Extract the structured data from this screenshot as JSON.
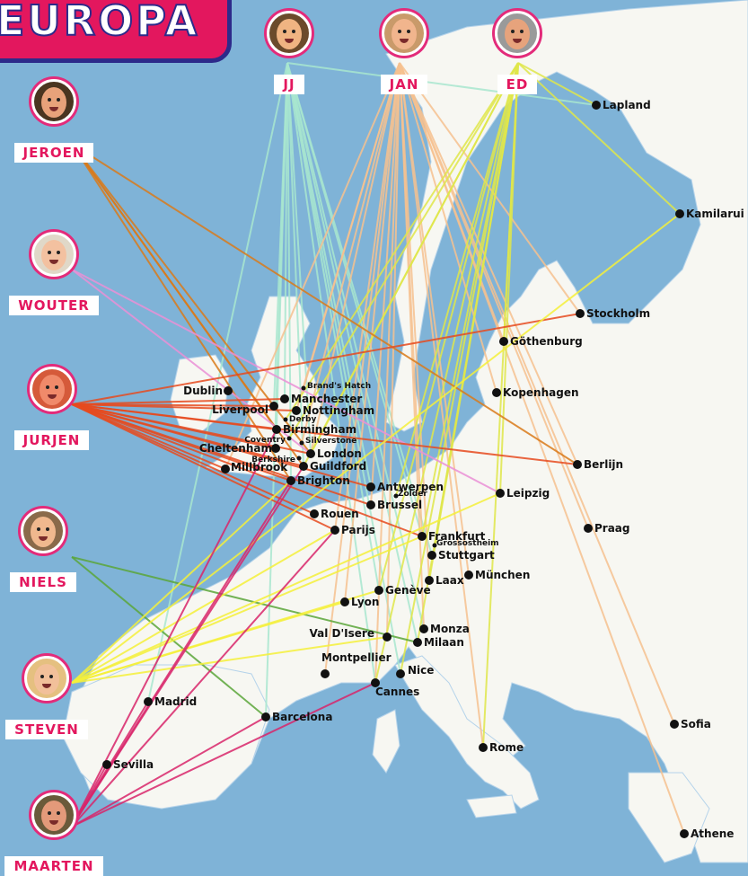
{
  "title": "EUROPA",
  "colors": {
    "sea": "#7fb3d7",
    "land": "#f7f7f2",
    "accent": "#e3175e",
    "frame": "#2d2a8a"
  },
  "people": [
    {
      "id": "jj",
      "name": "JJ",
      "icon": "face-icon",
      "line_color": "#a8e6cf",
      "skin": "#f0b482",
      "hair": "#6b4a2b"
    },
    {
      "id": "jan",
      "name": "JAN",
      "icon": "face-icon",
      "line_color": "#f6c18f",
      "skin": "#f1b58d",
      "hair": "#c99a6a"
    },
    {
      "id": "ed",
      "name": "ED",
      "icon": "face-icon",
      "line_color": "#dfe64a",
      "skin": "#e7a37c",
      "hair": "#9a9a9a"
    },
    {
      "id": "jeroen",
      "name": "JEROEN",
      "icon": "face-icon",
      "line_color": "#d97a1a",
      "skin": "#e8a27a",
      "hair": "#4a3520"
    },
    {
      "id": "wouter",
      "name": "WOUTER",
      "icon": "face-icon",
      "line_color": "#ea8fd6",
      "skin": "#f3c1a0",
      "hair": "#e0d8c8"
    },
    {
      "id": "jurjen",
      "name": "JURJEN",
      "icon": "face-icon",
      "line_color": "#e64a1f",
      "skin": "#f08a6a",
      "hair": "#d55a3a"
    },
    {
      "id": "niels",
      "name": "NIELS",
      "icon": "face-icon",
      "line_color": "#5aa63a",
      "skin": "#f0b88e",
      "hair": "#8a6a4a"
    },
    {
      "id": "steven",
      "name": "STEVEN",
      "icon": "face-icon",
      "line_color": "#f5f03a",
      "skin": "#f2c09a",
      "hair": "#e5c080"
    },
    {
      "id": "maarten",
      "name": "MAARTEN",
      "icon": "face-icon",
      "line_color": "#d8256a",
      "skin": "#e39a7a",
      "hair": "#6a5a3a"
    }
  ],
  "cities": [
    "Lapland",
    "Kamilarui",
    "Stockholm",
    "Göthenburg",
    "Kopenhagen",
    "Dublin",
    "Brand's Hatch",
    "Manchester",
    "Liverpool",
    "Nottingham",
    "Derby",
    "Birmingham",
    "Coventry",
    "Silverstone",
    "Cheltenham",
    "London",
    "Berkshire",
    "Millbrook",
    "Guildford",
    "Brighton",
    "Berlijn",
    "Leipzig",
    "Antwerpen",
    "Zolder",
    "Brussel",
    "Rouen",
    "Parijs",
    "Praag",
    "Frankfurt",
    "Grossostheim",
    "Stuttgart",
    "München",
    "Laax",
    "Genève",
    "Lyon",
    "Monza",
    "Val D'Isere",
    "Milaan",
    "Montpellier",
    "Nice",
    "Cannes",
    "Madrid",
    "Barcelona",
    "Sevilla",
    "Rome",
    "Sofia",
    "Athene"
  ]
}
